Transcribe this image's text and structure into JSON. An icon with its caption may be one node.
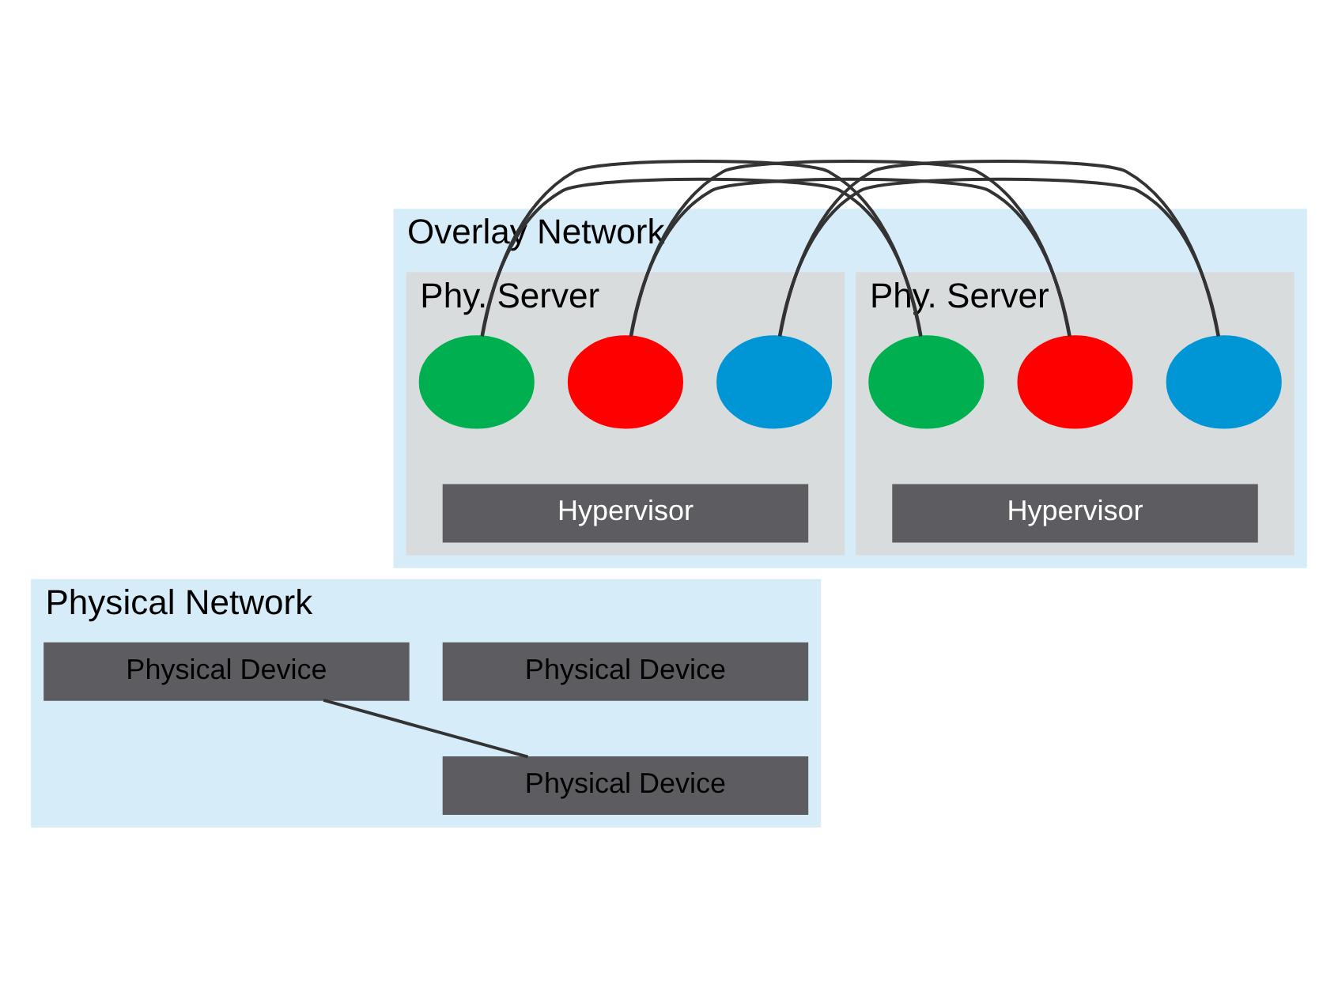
{
  "diagram": {
    "nodes": [
      {
        "text": [
          "Overlay Network"
        ]
      },
      {
        "text": [
          "Phy. Server"
        ],
        "in": 0
      },
      {
        "text": [],
        "shape": "circle",
        "in": 1
      },
      {
        "text": [],
        "shape": "circle",
        "in": 1
      },
      {
        "text": [],
        "shape": "circle",
        "in": 1
      },
      {
        "text": [
          "Hypervisor"
        ],
        "in": 1
      },
      {
        "text": [
          "Phy. Server"
        ],
        "in": 0
      },
      {
        "text": [],
        "shape": "circle",
        "in": 6
      },
      {
        "text": [],
        "shape": "circle",
        "in": 6
      },
      {
        "text": [],
        "shape": "circle",
        "in": 6
      },
      {
        "text": [
          "Hypervisor"
        ],
        "in": 6
      },
      {
        "text": [
          "Physical Network"
        ]
      },
      {
        "text": [
          "Physical Device"
        ],
        "in": 11
      },
      {
        "text": [
          "Physical Device"
        ],
        "in": 11
      },
      {
        "text": [
          "Physical Device"
        ],
        "in": 11
      }
    ],
    "edges": [
      {
        "from": 2,
        "to": 7,
        "arrow": "none"
      },
      {
        "from": 3,
        "to": 8,
        "arrow": "none"
      },
      {
        "from": 4,
        "to": 9,
        "arrow": "none"
      },
      {
        "from": 14,
        "to": 13,
        "arrow": "none"
      }
    ]
  }
}
